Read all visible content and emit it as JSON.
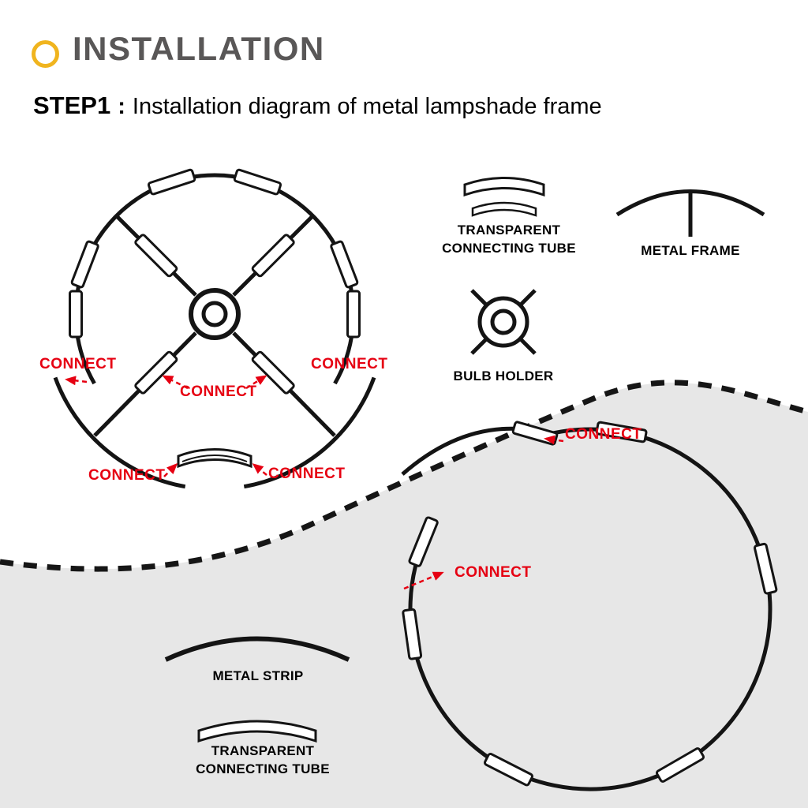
{
  "header": {
    "title": "INSTALLATION"
  },
  "step": {
    "label": "STEP1",
    "colon": ":",
    "description": "Installation diagram of metal lampshade frame"
  },
  "legend": {
    "transparent_tube_top": {
      "label": "TRANSPARENT\nCONNECTING TUBE"
    },
    "metal_frame": {
      "label": "METAL FRAME"
    },
    "bulb_holder": {
      "label": "BULB HOLDER"
    },
    "metal_strip": {
      "label": "METAL STRIP"
    },
    "transparent_tube_bottom": {
      "label": "TRANSPARENT\nCONNECTING TUBE"
    }
  },
  "wheel": {
    "connect_left": "CONNECT",
    "connect_center": "CONNECT",
    "connect_right": "CONNECT",
    "connect_bottom_left": "CONNECT",
    "connect_bottom_right": "CONNECT"
  },
  "ring": {
    "connect_top": "CONNECT",
    "connect_left": "CONNECT"
  },
  "icons": {
    "section_bullet": "yellow-ring",
    "bulb_holder": "circle-with-cross-arms",
    "metal_frame": "arc-with-stem",
    "metal_strip": "single-arc",
    "transparent_tube": "curved-band"
  },
  "colors": {
    "connect_red": "#e60012",
    "accent_yellow": "#f0b41e",
    "title_gray": "#595757",
    "line_black": "#141414",
    "panel_gray": "#e7e7e7"
  }
}
